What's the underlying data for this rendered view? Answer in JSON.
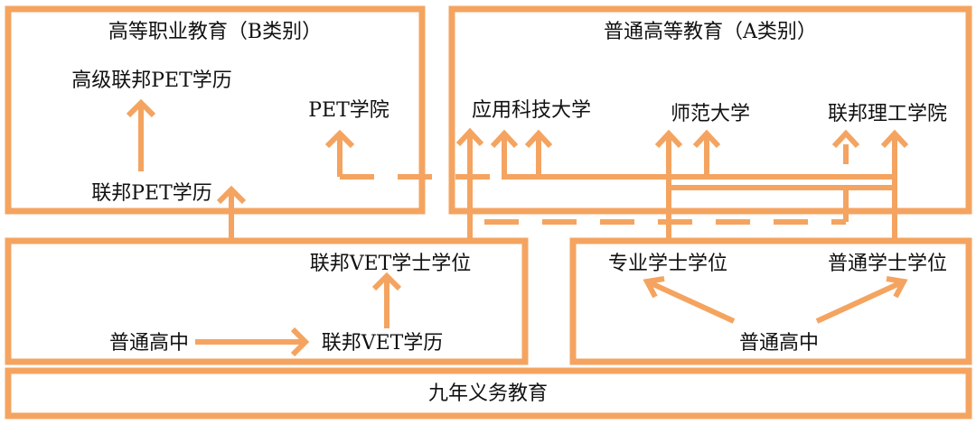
{
  "colors": {
    "stroke": "#F4A460",
    "text": "#111111",
    "background": "#ffffff"
  },
  "boxes": {
    "higher_vocational": {
      "title": "高等职业教育（B类别）"
    },
    "general_higher": {
      "title": "普通高等教育（A类别）"
    },
    "compulsory": {
      "title": "九年义务教育"
    }
  },
  "labels": {
    "advanced_pet_diploma": "高级联邦PET学历",
    "pet_college": "PET学院",
    "federal_pet_diploma": "联邦PET学历",
    "applied_tech_university": "应用科技大学",
    "normal_university": "师范大学",
    "federal_polytechnic": "联邦理工学院",
    "federal_vet_bachelor": "联邦VET学士学位",
    "federal_vet_diploma": "联邦VET学历",
    "high_school_left": "普通高中",
    "professional_bachelor": "专业学士学位",
    "general_bachelor": "普通学士学位",
    "high_school_right": "普通高中"
  }
}
